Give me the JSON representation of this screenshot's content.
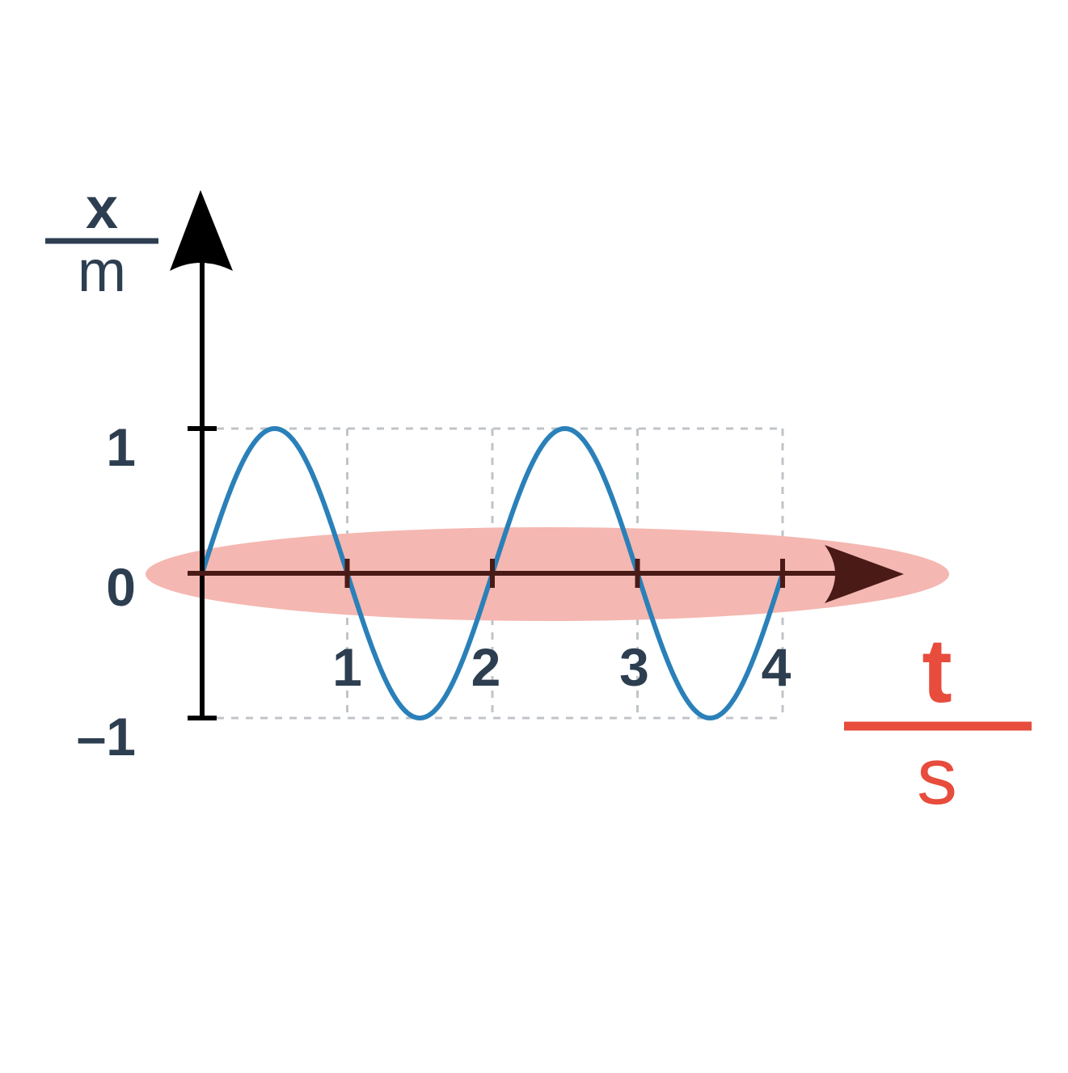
{
  "colors": {
    "axis": "#000000",
    "axis_dark": "#4a1a17",
    "curve": "#2a80b9",
    "highlight": "#f5b7b1",
    "grid": "#c0c4c8",
    "label_dark": "#2d3e50",
    "label_accent": "#e74c3c"
  },
  "chart_data": {
    "type": "line",
    "xlim": [
      0,
      4
    ],
    "ylim": [
      -1,
      1
    ],
    "x_ticks": [
      "1",
      "2",
      "3",
      "4"
    ],
    "y_ticks": [
      "1",
      "0",
      "–1"
    ],
    "y_unit": {
      "numerator": "x",
      "denominator": "m"
    },
    "x_unit": {
      "numerator": "t",
      "denominator": "s"
    },
    "grid": true,
    "highlight": "t-axis",
    "series": [
      {
        "function": "sin",
        "period": 2,
        "amplitude": 1,
        "x_start": 0,
        "x_end": 4
      }
    ]
  }
}
